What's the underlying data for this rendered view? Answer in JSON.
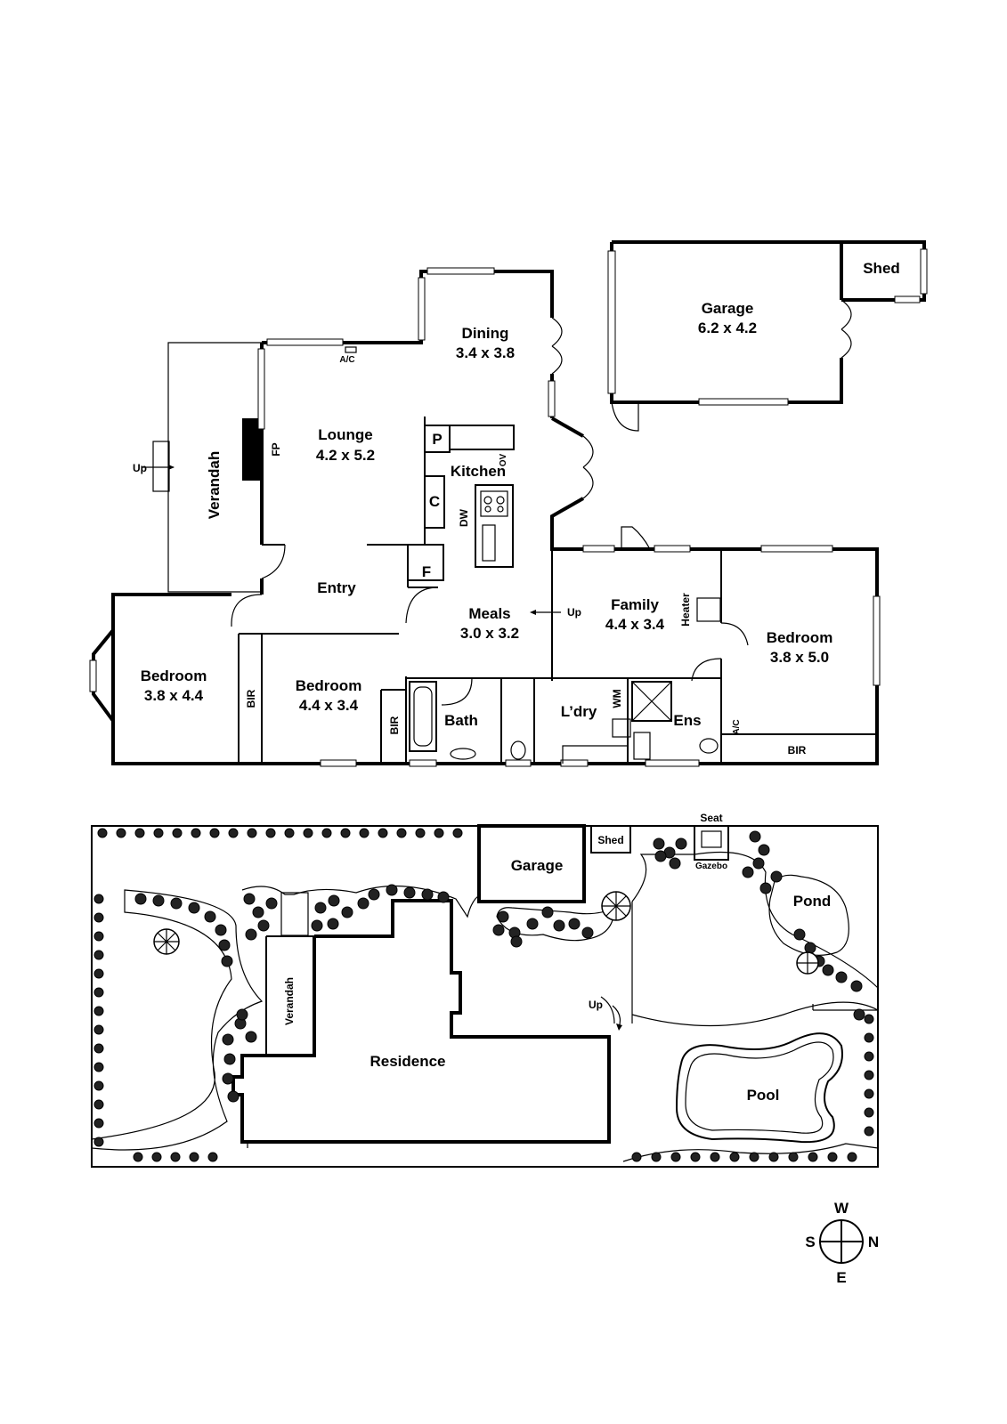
{
  "floorplan": {
    "rooms": {
      "dining": {
        "name": "Dining",
        "dims": "3.4 x 3.8"
      },
      "garage": {
        "name": "Garage",
        "dims": "6.2 x 4.2"
      },
      "shed": {
        "name": "Shed"
      },
      "lounge": {
        "name": "Lounge",
        "dims": "4.2 x 5.2"
      },
      "kitchen": {
        "name": "Kitchen"
      },
      "verandah": {
        "name": "Verandah"
      },
      "entry": {
        "name": "Entry"
      },
      "meals": {
        "name": "Meals",
        "dims": "3.0 x 3.2"
      },
      "family": {
        "name": "Family",
        "dims": "4.4 x 3.4"
      },
      "bedroom_main": {
        "name": "Bedroom",
        "dims": "3.8 x 5.0"
      },
      "bedroom_left": {
        "name": "Bedroom",
        "dims": "3.8 x 4.4"
      },
      "bedroom_mid": {
        "name": "Bedroom",
        "dims": "4.4 x 3.4"
      },
      "bath": {
        "name": "Bath"
      },
      "laundry": {
        "name": "L’dry"
      },
      "ensuite": {
        "name": "Ens"
      }
    },
    "fixtures": {
      "ac_top": "A/C",
      "ac_ens": "A/C",
      "fireplace": "FP",
      "pantry": "P",
      "oven": "OV",
      "cupboard": "C",
      "dishwasher": "DW",
      "fridge": "F",
      "heater": "Heater",
      "washing_machine": "WM",
      "bir_left": "BIR",
      "bir_mid": "BIR",
      "bir_main": "BIR",
      "up_verandah": "Up",
      "up_meals": "Up"
    }
  },
  "siteplan": {
    "garage": "Garage",
    "shed": "Shed",
    "seat": "Seat",
    "gazebo": "Gazebo",
    "pond": "Pond",
    "verandah": "Verandah",
    "residence": "Residence",
    "up": "Up",
    "pool": "Pool"
  },
  "compass": {
    "north": "N",
    "south": "S",
    "east": "E",
    "west": "W"
  },
  "colors": {
    "ink": "#000000",
    "paper": "#ffffff"
  }
}
